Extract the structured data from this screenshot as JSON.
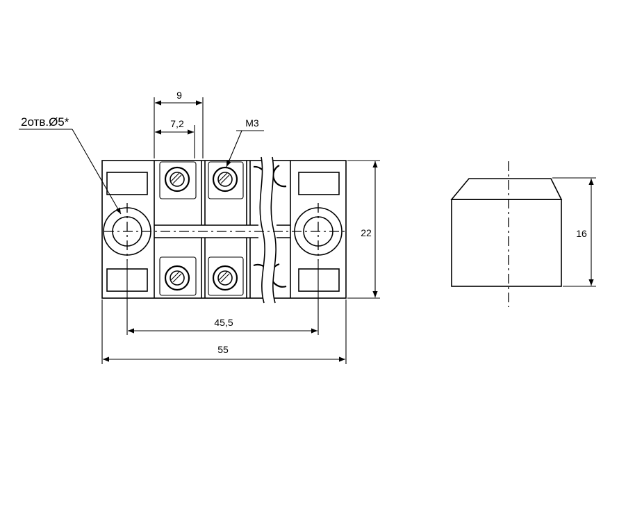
{
  "drawing": {
    "dims": {
      "pitch": "9",
      "screw_spacing": "7,2",
      "screw_thread": "M3",
      "hole_note": "2отв.Ø5*",
      "height": "22",
      "hole_spacing": "45,5",
      "length": "55",
      "side_height": "16"
    }
  }
}
